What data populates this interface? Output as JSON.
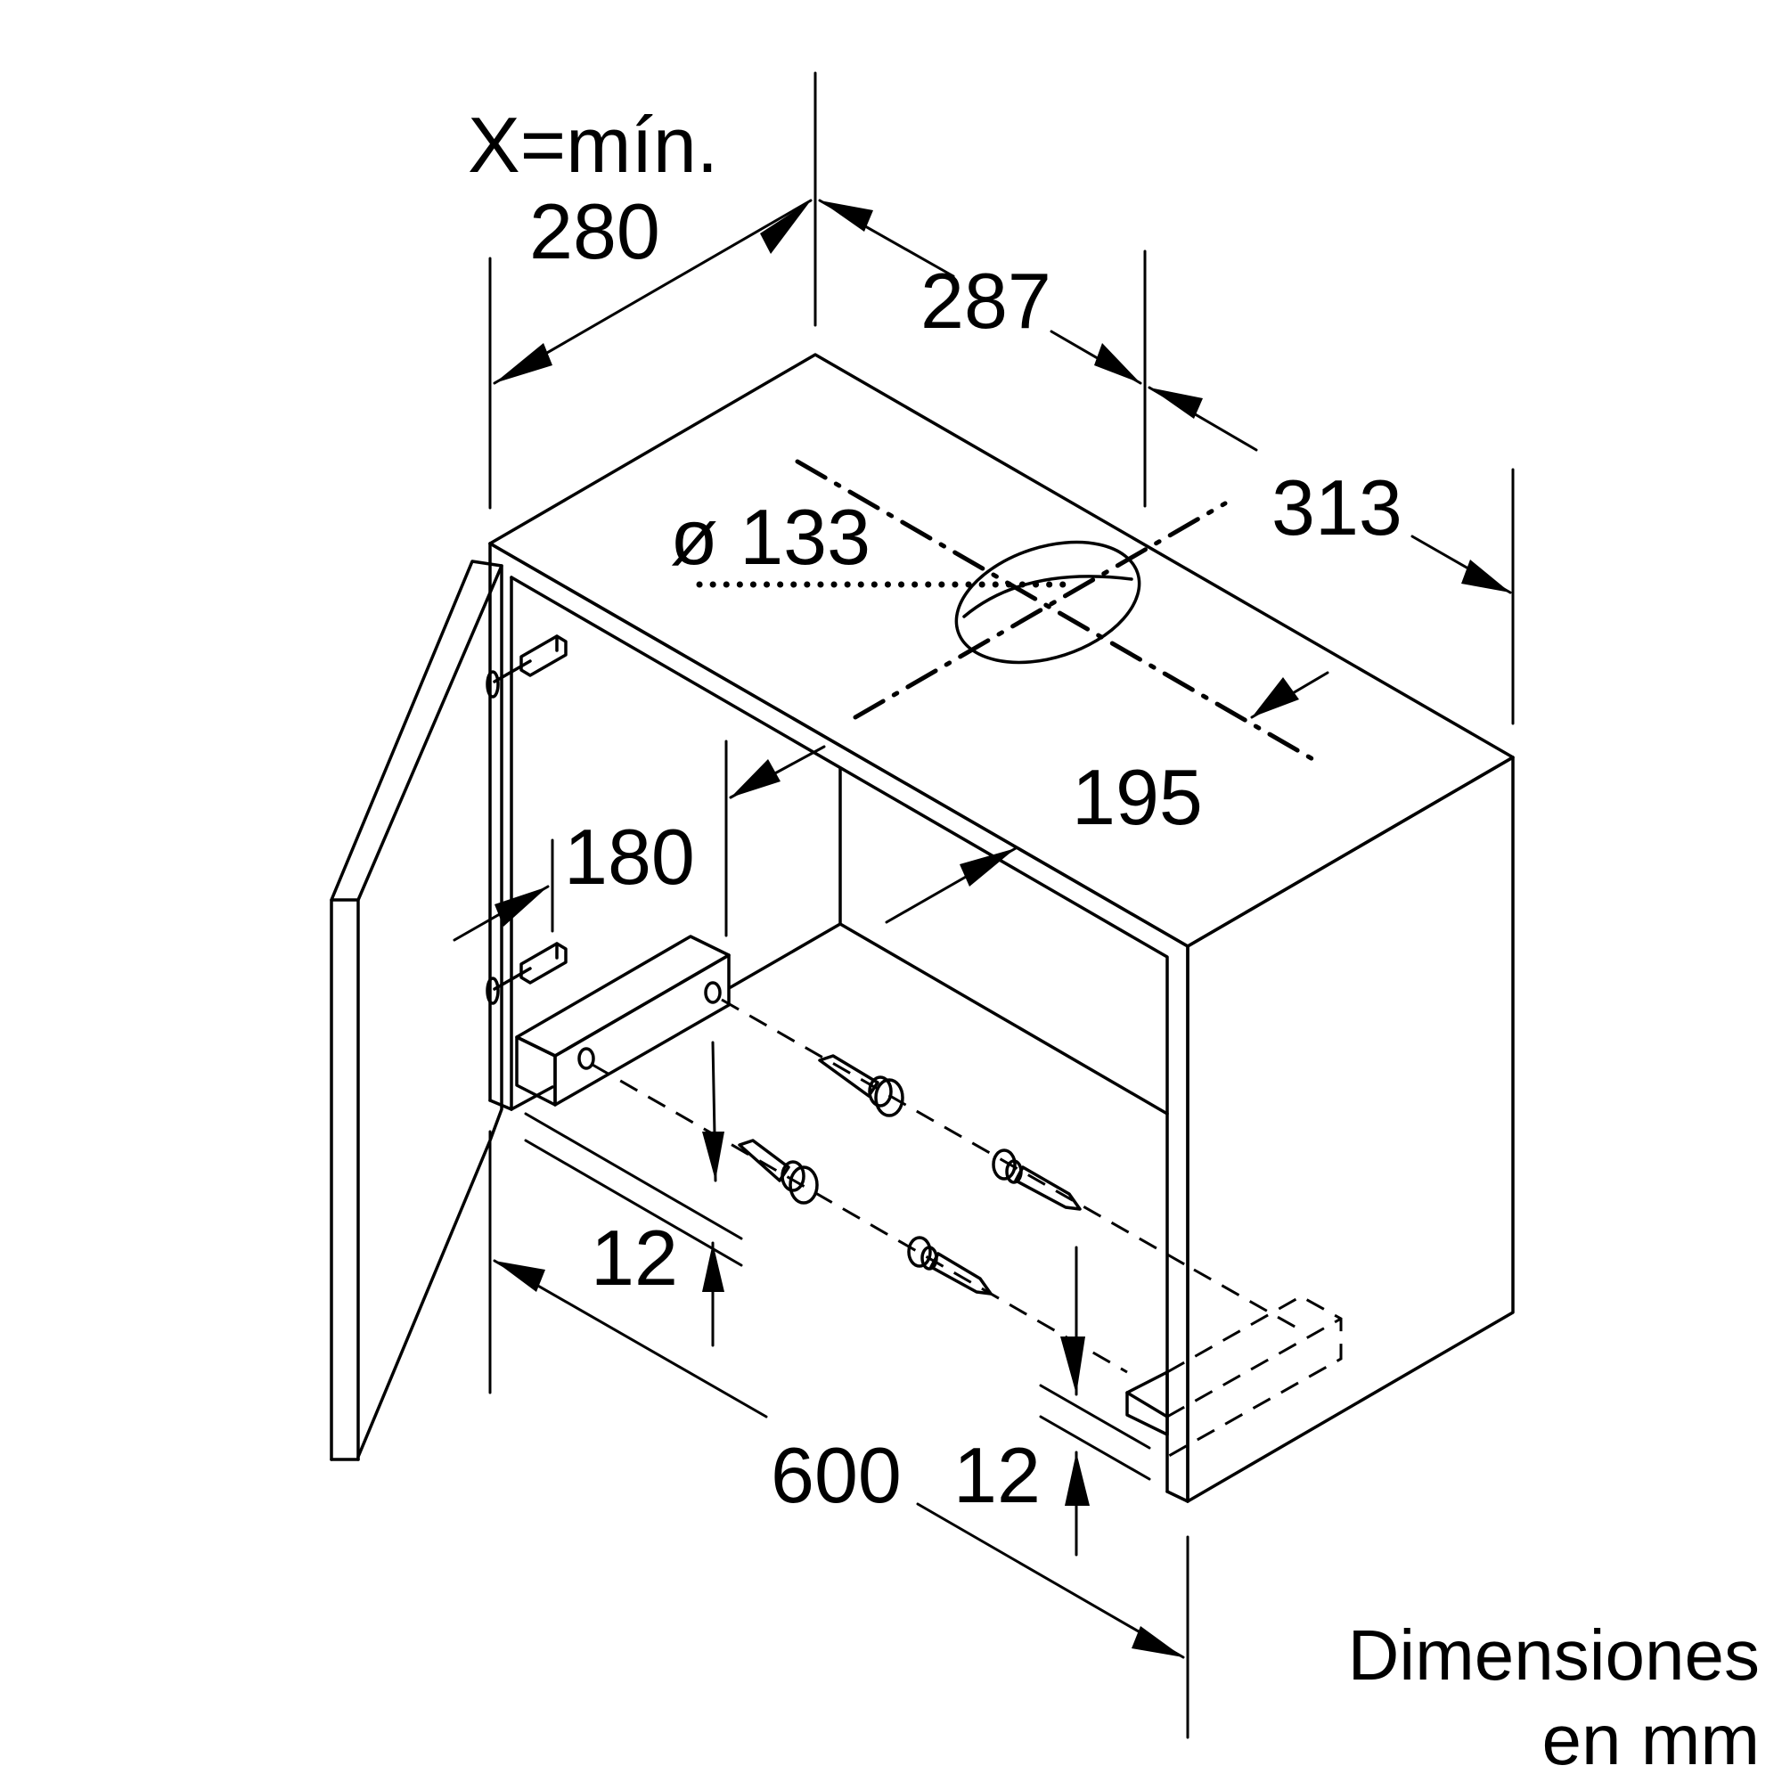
{
  "dimensions": {
    "x_min_label": "X=mín.",
    "x_min_value": "280",
    "depth_top": "287",
    "depth_side": "313",
    "duct_diameter": "ø 133",
    "duct_offset": "195",
    "inner_height": "180",
    "panel_thickness_left": "12",
    "panel_thickness_right": "12",
    "width": "600"
  },
  "note": {
    "line1": "Dimensiones",
    "line2": "en mm"
  }
}
